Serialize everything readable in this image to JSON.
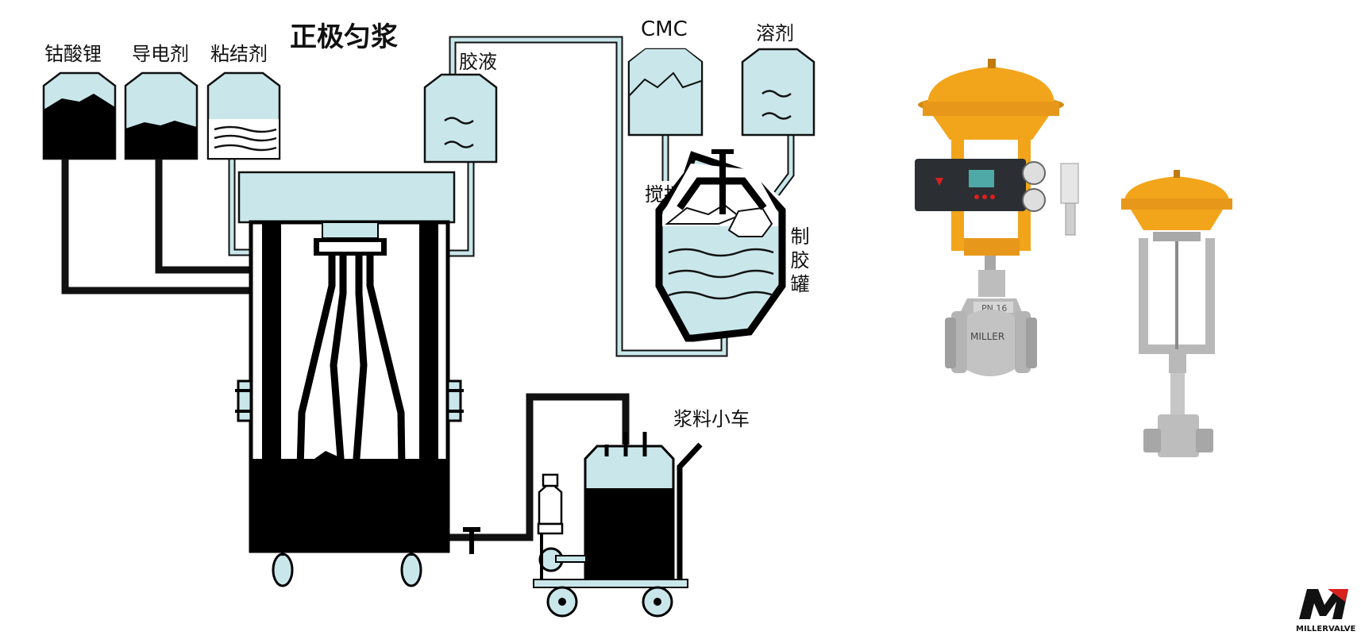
{
  "diagram": {
    "title": "正极匀浆",
    "labels": {
      "cobalt_acid_lithium": "钴酸锂",
      "conductive_agent": "导电剂",
      "binder": "粘结剂",
      "glue": "胶液",
      "cmc": "CMC",
      "solvent": "溶剂",
      "mixer": "搅拌机",
      "glue_tank": "制胶罐",
      "slurry_cart": "浆料小车"
    }
  },
  "products": {
    "brand_logo_text": "MILLERVALVE",
    "valve_large_plate": "PN 16",
    "valve_large_body": "MILLER"
  },
  "colors": {
    "tank_fill": "#c9e7ea",
    "outline": "#111111",
    "actuator_orange": "#f2a51a",
    "positioner": "#2b2f33",
    "logo_red": "#d8201f"
  }
}
